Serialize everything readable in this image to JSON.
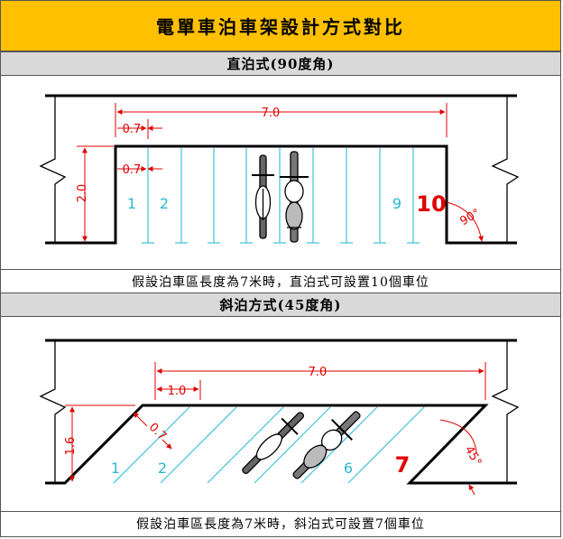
{
  "title": "電單車泊車架設計方式對比",
  "sections": [
    {
      "heading": "直泊式(90度角)",
      "caption": "假設泊車區長度為7米時，直泊式可設置10個車位",
      "dims": {
        "total_length": "7.0",
        "offset": "0.7",
        "spacing": "0.7",
        "depth": "2.0"
      },
      "slot_labels": [
        "1",
        "2",
        "9"
      ],
      "last_slot": "10",
      "angle": "90°"
    },
    {
      "heading": "斜泊方式(45度角)",
      "caption": "假設泊車區長度為7米時，斜泊式可設置7個車位",
      "dims": {
        "total_length": "7.0",
        "offset": "1.0",
        "spacing": "0.7",
        "depth": "1.6"
      },
      "slot_labels": [
        "1",
        "2",
        "6"
      ],
      "last_slot": "7",
      "angle": "45°"
    }
  ],
  "colors": {
    "title_bg": "#ffc000",
    "section_bg": "#d9d9d9",
    "dimension": "#e00000",
    "stall_line": "#3fc0d8",
    "border": "#000000"
  }
}
